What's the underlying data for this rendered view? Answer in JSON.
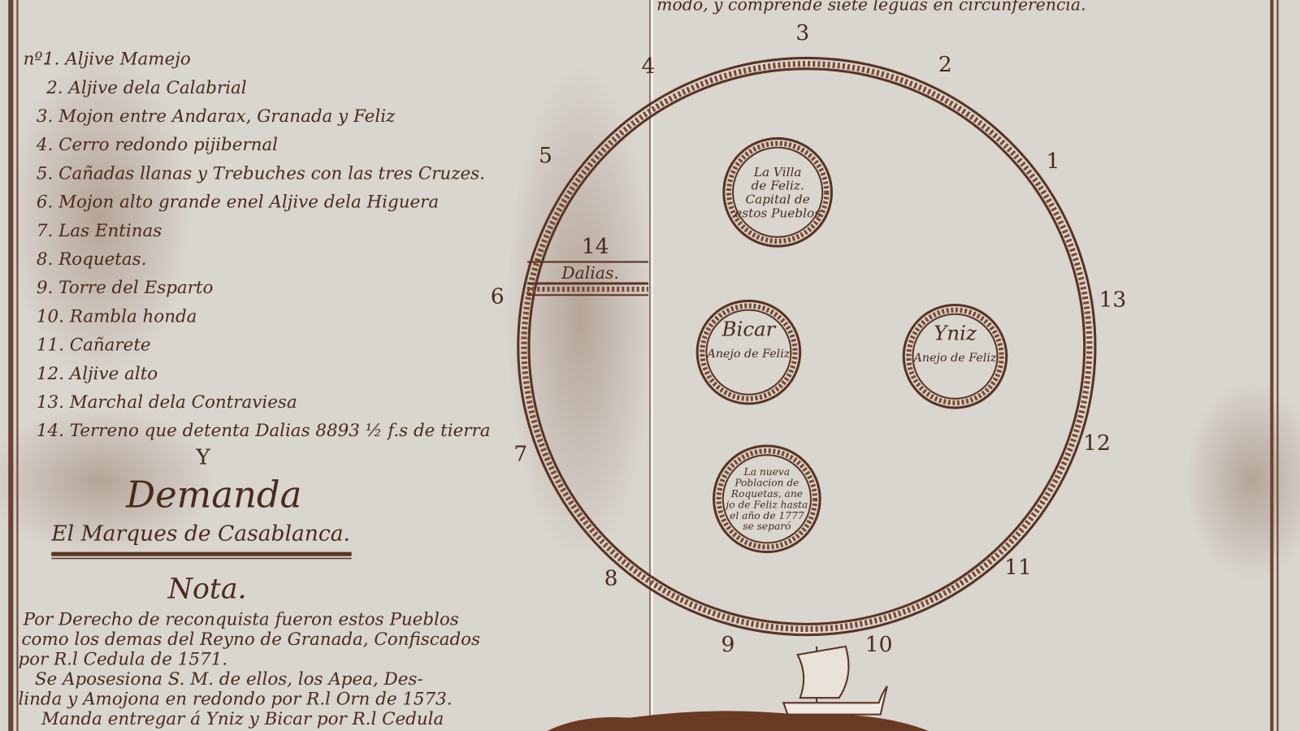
{
  "header_fragment": "modo, y comprende siete leguas en circunferencia.",
  "legend": {
    "prefix": "nº.",
    "items": [
      "1. Aljive Mamejo",
      "2. Aljive dela Calabrial",
      "3. Mojon entre Andarax, Granada y Feliz",
      "4. Cerro redondo pijibernal",
      "5. Cañadas llanas y Trebuches con las tres Cruzes.",
      "6. Mojon alto grande enel Aljive dela Higuera",
      "7. Las Entinas",
      "8. Roquetas.",
      "9. Torre del Esparto",
      "10. Rambla honda",
      "11. Cañarete",
      "12. Aljive alto",
      "13. Marchal dela Contraviesa",
      "14. Terreno que detenta Dalias  8893 ½ f.s de tierra"
    ]
  },
  "conjunction": "Y",
  "title": "Demanda",
  "subtitle": "El Marques de Casablanca.",
  "nota": {
    "heading": "Nota.",
    "lines": [
      "Por Derecho de reconquista fueron estos Pueblos",
      "como los demas del Reyno de Granada, Confiscados",
      "por R.l Cedula de 1571.",
      "Se Aposesiona S. M. de ellos, los Apea, Des-",
      "linda y Amojona en redondo por R.l Orn de 1573.",
      "Manda entregar á Yniz y Bicar por R.l Cedula"
    ]
  },
  "boundary_markers": [
    "1",
    "2",
    "3",
    "4",
    "5",
    "6",
    "7",
    "8",
    "9",
    "10",
    "11",
    "12",
    "13",
    "14"
  ],
  "dalias_label": "Dalias.",
  "towns": [
    {
      "lines": [
        "La Villa",
        "de Feliz.",
        "Capital de",
        "estos Pueblos"
      ]
    },
    {
      "lines": [
        "Bicar",
        "Anejo de Feliz"
      ]
    },
    {
      "lines": [
        "Yniz",
        "Anejo de Feliz"
      ]
    },
    {
      "lines": [
        "La nueva",
        "Poblacion de",
        "Roquetas, ane",
        "jo de Feliz hasta",
        "el año de 1777",
        "se separó"
      ]
    }
  ],
  "colors": {
    "paper": "#d9d5cf",
    "ink": "#5a3322"
  },
  "icons": [
    "ship-icon"
  ]
}
